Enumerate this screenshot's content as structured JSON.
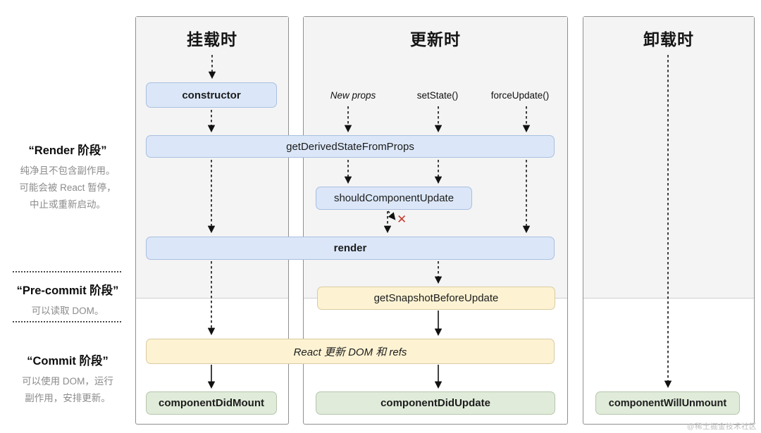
{
  "sidebar": {
    "phases": [
      {
        "title": "“Render 阶段”",
        "desc_lines": [
          "纯净且不包含副作用。",
          "可能会被 React 暂停，",
          "中止或重新启动。"
        ]
      },
      {
        "title": "“Pre-commit 阶段”",
        "desc_lines": [
          "可以读取 DOM。"
        ]
      },
      {
        "title": "“Commit 阶段”",
        "desc_lines": [
          "可以使用 DOM，运行",
          "副作用，安排更新。"
        ]
      }
    ]
  },
  "columns": [
    {
      "title": "挂载时"
    },
    {
      "title": "更新时"
    },
    {
      "title": "卸载时"
    }
  ],
  "triggers": [
    {
      "label": "New props"
    },
    {
      "label": "setState()"
    },
    {
      "label": "forceUpdate()"
    }
  ],
  "boxes": {
    "constructor": "constructor",
    "get_derived_state_from_props": "getDerivedStateFromProps",
    "should_component_update": "shouldComponentUpdate",
    "render": "render",
    "get_snapshot_before_update": "getSnapshotBeforeUpdate",
    "react_updates_dom": "React 更新 DOM 和 refs",
    "component_did_mount": "componentDidMount",
    "component_did_update": "componentDidUpdate",
    "component_will_unmount": "componentWillUnmount"
  },
  "abort_icon": "✕",
  "watermark": "@稀土掘金技术社区",
  "colors": {
    "box_blue_fill": "#dbe7f8",
    "box_blue_border": "#a9bfdf",
    "box_yellow_fill": "#fdf3d3",
    "box_yellow_border": "#d9cba0",
    "box_green_fill": "#e0ebda",
    "box_green_border": "#b5c6ac",
    "panel_gray": "#f4f4f5",
    "panel_border": "#8f8f8f",
    "abort_red": "#c63d30",
    "desc_gray": "#8b8b8b"
  }
}
